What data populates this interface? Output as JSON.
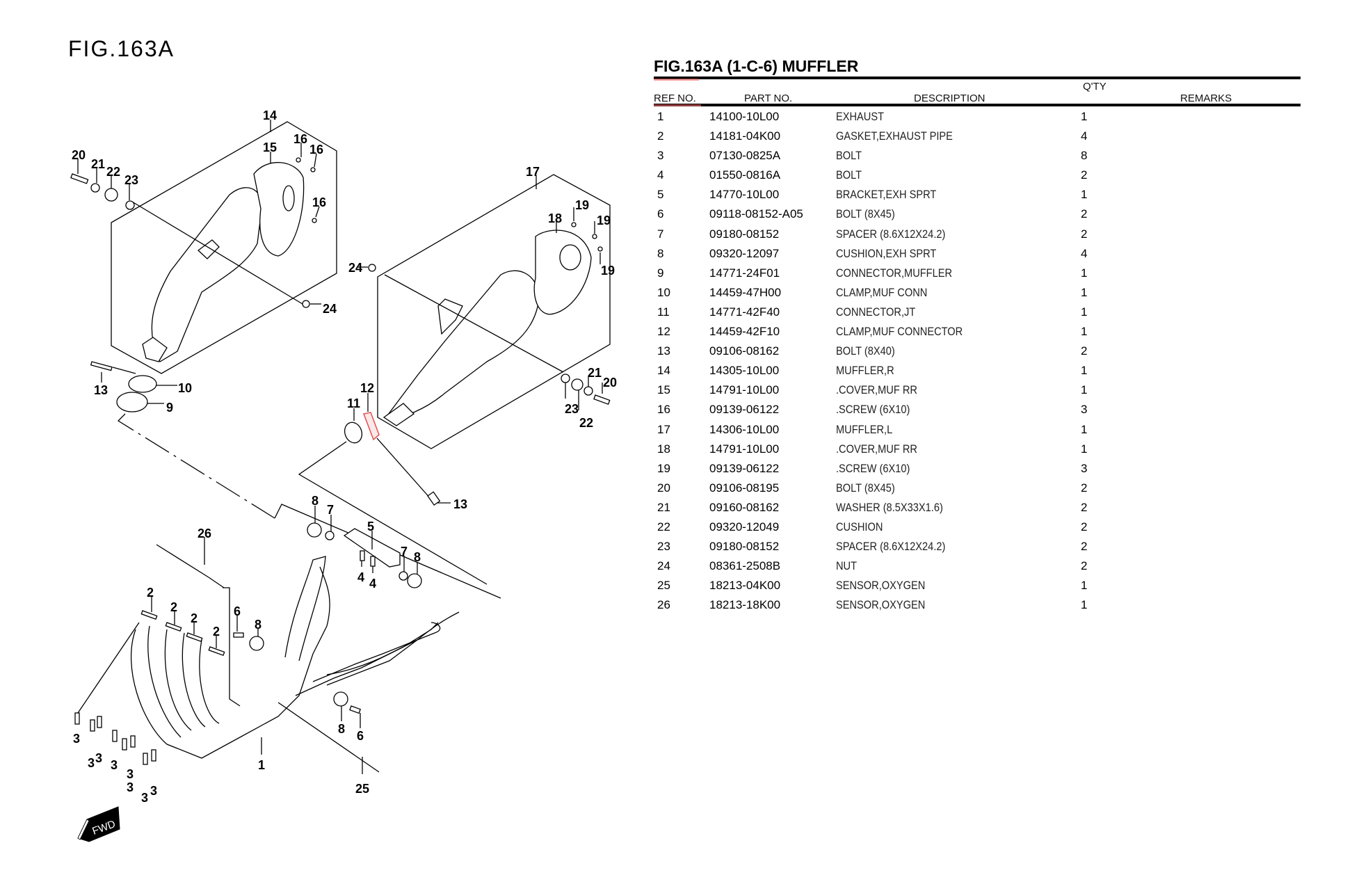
{
  "figure_label": "FIG.163A",
  "parts_list": {
    "title": "FIG.163A (1-C-6) MUFFLER",
    "columns": {
      "ref_no": "REF NO.",
      "part_no": "PART NO.",
      "description": "DESCRIPTION",
      "qty": "Q'TY",
      "remarks": "REMARKS"
    },
    "rows": [
      {
        "ref": "1",
        "part": "14100-10L00",
        "desc": "EXHAUST",
        "qty": "1",
        "remarks": ""
      },
      {
        "ref": "2",
        "part": "14181-04K00",
        "desc": "GASKET,EXHAUST PIPE",
        "qty": "4",
        "remarks": ""
      },
      {
        "ref": "3",
        "part": "07130-0825A",
        "desc": "BOLT",
        "qty": "8",
        "remarks": ""
      },
      {
        "ref": "4",
        "part": "01550-0816A",
        "desc": "BOLT",
        "qty": "2",
        "remarks": ""
      },
      {
        "ref": "5",
        "part": "14770-10L00",
        "desc": "BRACKET,EXH SPRT",
        "qty": "1",
        "remarks": ""
      },
      {
        "ref": "6",
        "part": "09118-08152-A05",
        "desc": "BOLT (8X45)",
        "qty": "2",
        "remarks": ""
      },
      {
        "ref": "7",
        "part": "09180-08152",
        "desc": "SPACER (8.6X12X24.2)",
        "qty": "2",
        "remarks": ""
      },
      {
        "ref": "8",
        "part": "09320-12097",
        "desc": "CUSHION,EXH SPRT",
        "qty": "4",
        "remarks": ""
      },
      {
        "ref": "9",
        "part": "14771-24F01",
        "desc": "CONNECTOR,MUFFLER",
        "qty": "1",
        "remarks": ""
      },
      {
        "ref": "10",
        "part": "14459-47H00",
        "desc": "CLAMP,MUF CONN",
        "qty": "1",
        "remarks": ""
      },
      {
        "ref": "11",
        "part": "14771-42F40",
        "desc": "CONNECTOR,JT",
        "qty": "1",
        "remarks": ""
      },
      {
        "ref": "12",
        "part": "14459-42F10",
        "desc": "CLAMP,MUF CONNECTOR",
        "qty": "1",
        "remarks": ""
      },
      {
        "ref": "13",
        "part": "09106-08162",
        "desc": "BOLT (8X40)",
        "qty": "2",
        "remarks": ""
      },
      {
        "ref": "14",
        "part": "14305-10L00",
        "desc": "MUFFLER,R",
        "qty": "1",
        "remarks": ""
      },
      {
        "ref": "15",
        "part": "14791-10L00",
        "desc": ".COVER,MUF RR",
        "qty": "1",
        "remarks": ""
      },
      {
        "ref": "16",
        "part": "09139-06122",
        "desc": ".SCREW (6X10)",
        "qty": "3",
        "remarks": ""
      },
      {
        "ref": "17",
        "part": "14306-10L00",
        "desc": "MUFFLER,L",
        "qty": "1",
        "remarks": ""
      },
      {
        "ref": "18",
        "part": "14791-10L00",
        "desc": ".COVER,MUF RR",
        "qty": "1",
        "remarks": ""
      },
      {
        "ref": "19",
        "part": "09139-06122",
        "desc": ".SCREW (6X10)",
        "qty": "3",
        "remarks": ""
      },
      {
        "ref": "20",
        "part": "09106-08195",
        "desc": "BOLT (8X45)",
        "qty": "2",
        "remarks": ""
      },
      {
        "ref": "21",
        "part": "09160-08162",
        "desc": "WASHER (8.5X33X1.6)",
        "qty": "2",
        "remarks": ""
      },
      {
        "ref": "22",
        "part": "09320-12049",
        "desc": "CUSHION",
        "qty": "2",
        "remarks": ""
      },
      {
        "ref": "23",
        "part": "09180-08152",
        "desc": "SPACER (8.6X12X24.2)",
        "qty": "2",
        "remarks": ""
      },
      {
        "ref": "24",
        "part": "08361-2508B",
        "desc": "NUT",
        "qty": "2",
        "remarks": ""
      },
      {
        "ref": "25",
        "part": "18213-04K00",
        "desc": "SENSOR,OXYGEN",
        "qty": "1",
        "remarks": ""
      },
      {
        "ref": "26",
        "part": "18213-18K00",
        "desc": "SENSOR,OXYGEN",
        "qty": "1",
        "remarks": ""
      }
    ]
  },
  "diagram": {
    "callouts": {
      "c14": "14",
      "c15": "15",
      "c16a": "16",
      "c16b": "16",
      "c16c": "16",
      "c20a": "20",
      "c21a": "21",
      "c22a": "22",
      "c23a": "23",
      "c24a": "24",
      "c13a": "13",
      "c10": "10",
      "c9": "9",
      "c17": "17",
      "c18": "18",
      "c19a": "19",
      "c19b": "19",
      "c19c": "19",
      "c24b": "24",
      "c21b": "21",
      "c20b": "20",
      "c23b": "23",
      "c22b": "22",
      "c12": "12",
      "c11": "11",
      "c13b": "13",
      "c8a": "8",
      "c7a": "7",
      "c5": "5",
      "c7b": "7",
      "c8b": "8",
      "c4a": "4",
      "c4b": "4",
      "c26": "26",
      "c2a": "2",
      "c2b": "2",
      "c2c": "2",
      "c2d": "2",
      "c6a": "6",
      "c8c": "8",
      "c8d": "8",
      "c6b": "6",
      "c1": "1",
      "c25": "25",
      "c3a": "3",
      "c3b": "3",
      "c3c": "3",
      "c3d": "3",
      "c3e": "3",
      "c3f": "3",
      "c3g": "3",
      "c3h": "3"
    },
    "highlighted_part": "12",
    "highlight_color": "#e05050",
    "direction_badge": "FWD"
  }
}
